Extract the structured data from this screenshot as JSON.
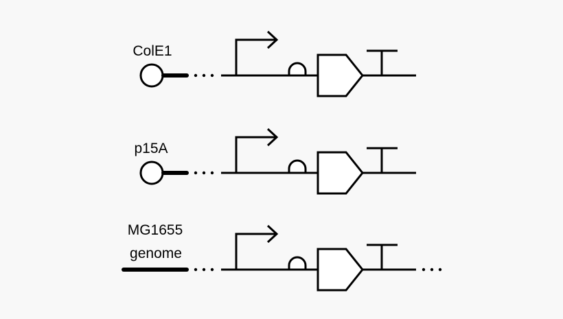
{
  "background_color": "#f8f8f8",
  "stroke_color": "#000000",
  "constructs": [
    {
      "id": "cole1",
      "origin_type": "plasmid",
      "label_lines": [
        "ColE1"
      ],
      "parts": [
        "origin-plasmid",
        "promoter",
        "rbs",
        "cds",
        "terminator"
      ],
      "trailing_dots": false
    },
    {
      "id": "p15a",
      "origin_type": "plasmid",
      "label_lines": [
        "p15A"
      ],
      "parts": [
        "origin-plasmid",
        "promoter",
        "rbs",
        "cds",
        "terminator"
      ],
      "trailing_dots": false
    },
    {
      "id": "mg1655",
      "origin_type": "genome",
      "label_lines": [
        "MG1655",
        "genome"
      ],
      "parts": [
        "chromosome",
        "promoter",
        "rbs",
        "cds",
        "terminator"
      ],
      "trailing_dots": true
    }
  ]
}
